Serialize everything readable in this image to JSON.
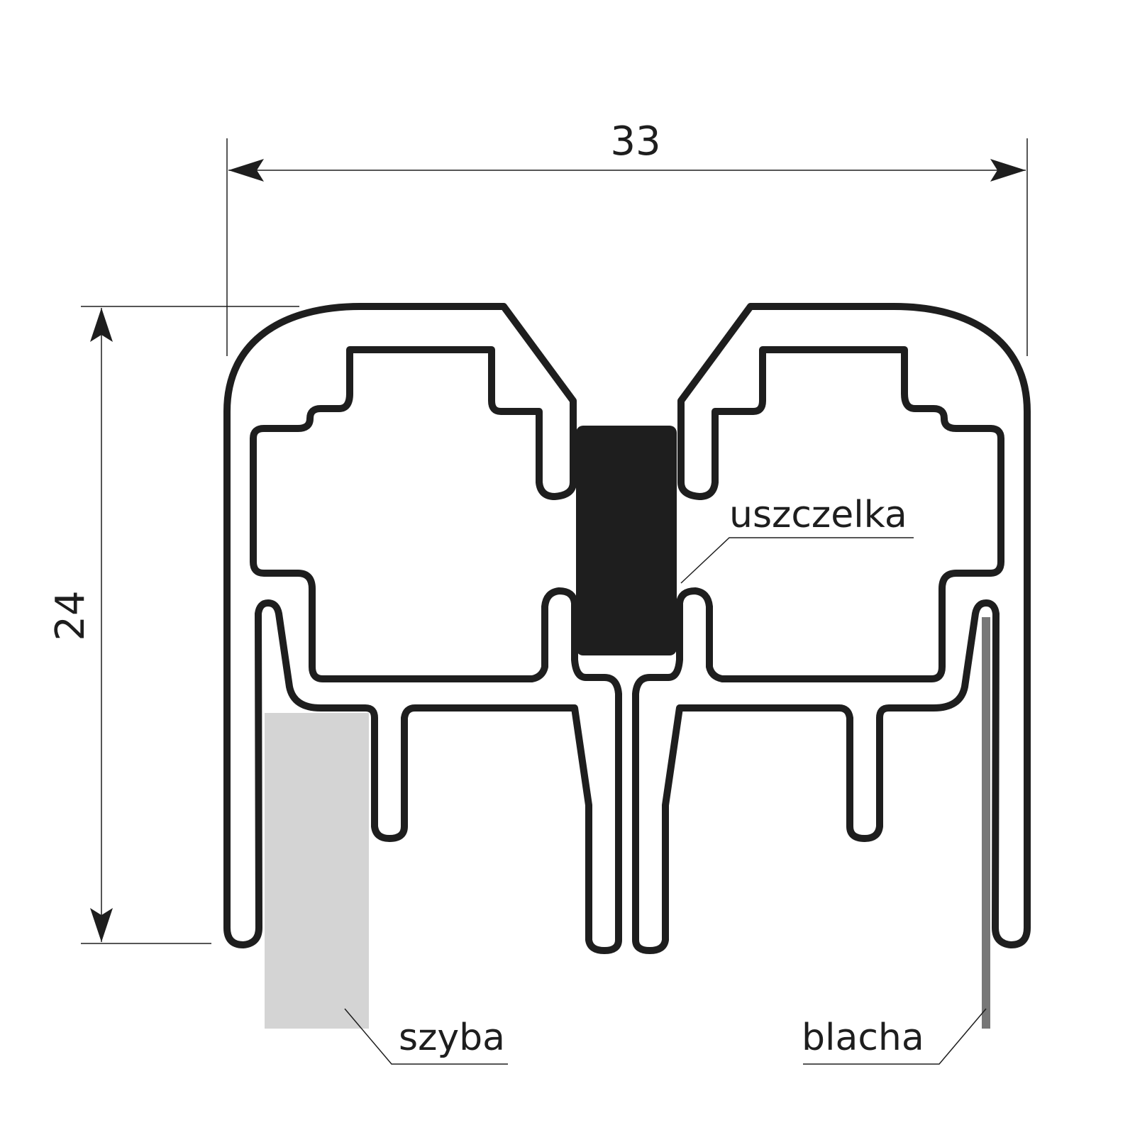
{
  "dimensions": {
    "width_value": "33",
    "height_value": "24"
  },
  "labels": {
    "seal": "uszczelka",
    "glass": "szyba",
    "sheet": "blacha"
  },
  "colors": {
    "profile": "#1e1e1e",
    "glass": "#d4d4d4",
    "sheet": "#777777",
    "line": "#1e1e1e"
  }
}
